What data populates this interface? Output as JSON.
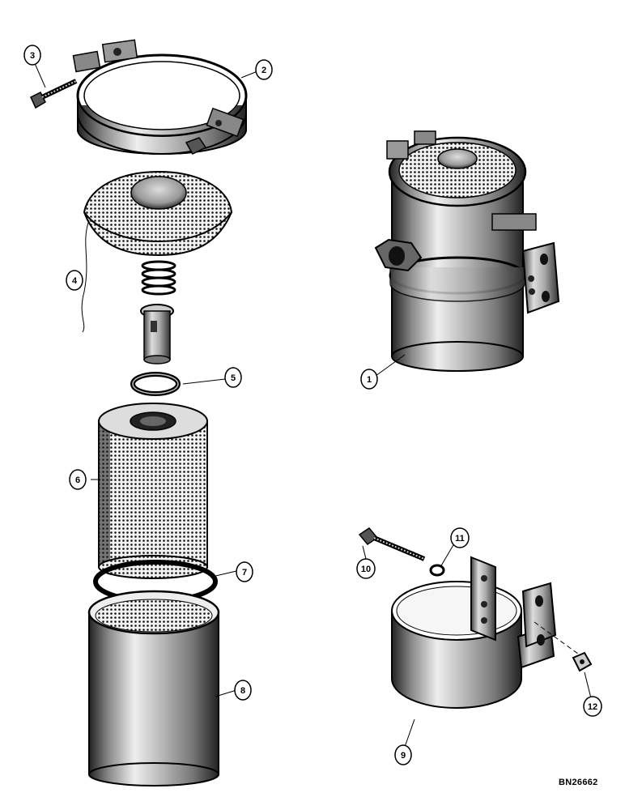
{
  "callouts": {
    "c1": "1",
    "c2": "2",
    "c3": "3",
    "c4": "4",
    "c5": "5",
    "c6": "6",
    "c7": "7",
    "c8": "8",
    "c9": "9",
    "c10": "10",
    "c11": "11",
    "c12": "12"
  },
  "document_code": "BN26662"
}
